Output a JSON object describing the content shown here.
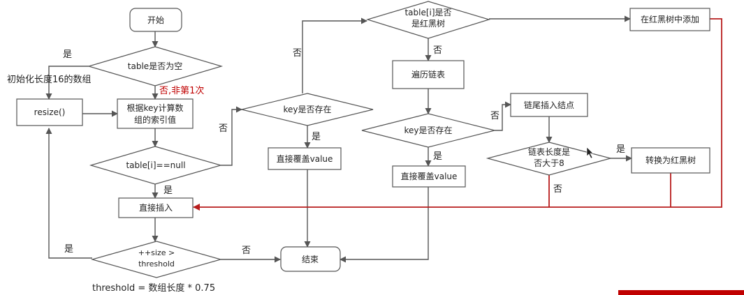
{
  "colors": {
    "line": "#555555",
    "accent_line": "#b81c1c",
    "accent_text": "#c00000",
    "corner_bar": "#c00000"
  },
  "nodes": {
    "start": "开始",
    "table_empty": "table是否为空",
    "init_array": "初始化长度16的数组",
    "resize": "resize()",
    "calc_index": [
      "根据key计算数",
      "组的索引值"
    ],
    "table_i_null": "table[i]==null",
    "insert_direct": "直接插入",
    "size_check": [
      "++size >",
      "threshold"
    ],
    "end": "结束",
    "key_exists_1": "key是否存在",
    "overwrite_1": "直接覆盖value",
    "is_red_black": [
      "table[i]是否",
      "是红黑树"
    ],
    "traverse_list": "遍历链表",
    "key_exists_2": "key是否存在",
    "overwrite_2": "直接覆盖value",
    "rb_add": "在红黑树中添加",
    "tail_insert": "链尾插入结点",
    "list_len_gt8": [
      "链表长度是",
      "否大于8"
    ],
    "to_rb": "转换为红黑树"
  },
  "edge_labels": {
    "empty_yes": "是",
    "empty_no": "否,非第1次",
    "null_no": "否",
    "null_yes": "是",
    "size_yes": "是",
    "size_no": "否",
    "k1_yes": "是",
    "k1_no": "否",
    "rb_no": "否",
    "k2_yes": "是",
    "k2_no": "否",
    "len_yes": "是",
    "len_no": "否"
  },
  "note": "threshold = 数组长度 * 0.75"
}
